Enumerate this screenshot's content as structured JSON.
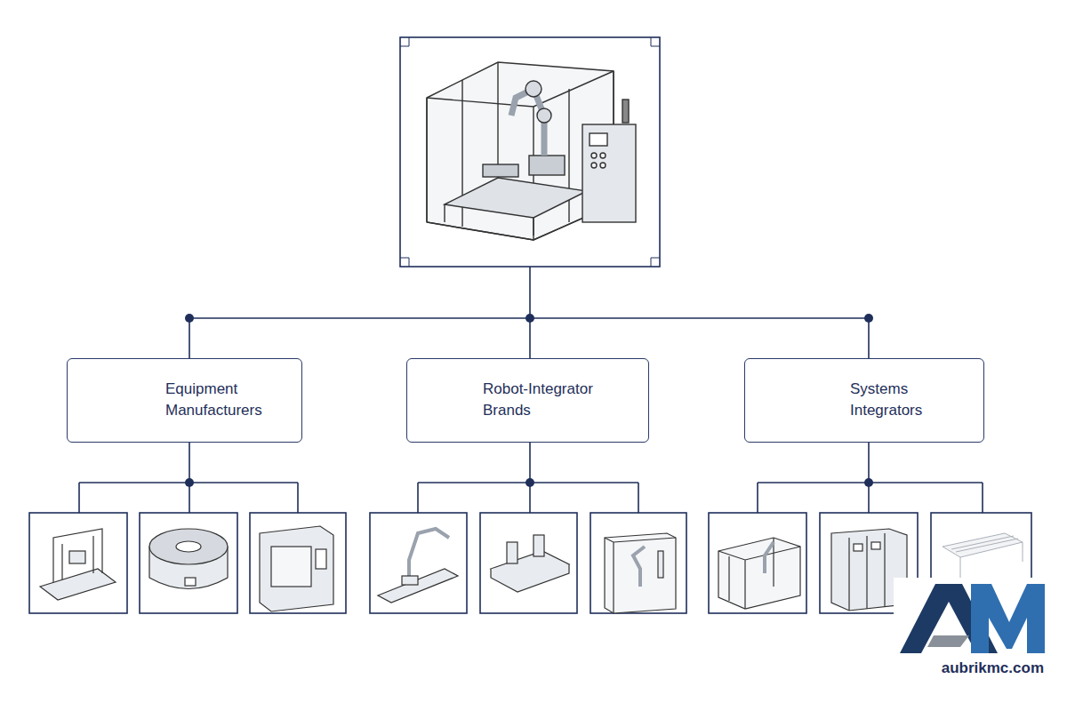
{
  "diagram": {
    "nodes": [
      {
        "text": [
          "Equipment Manufacturers"
        ]
      },
      {
        "text": [
          "Robot-Integrator Brands"
        ]
      },
      {
        "text": [
          "Systems Integrators"
        ]
      }
    ],
    "labels": [
      "aubrikmc.com"
    ]
  }
}
